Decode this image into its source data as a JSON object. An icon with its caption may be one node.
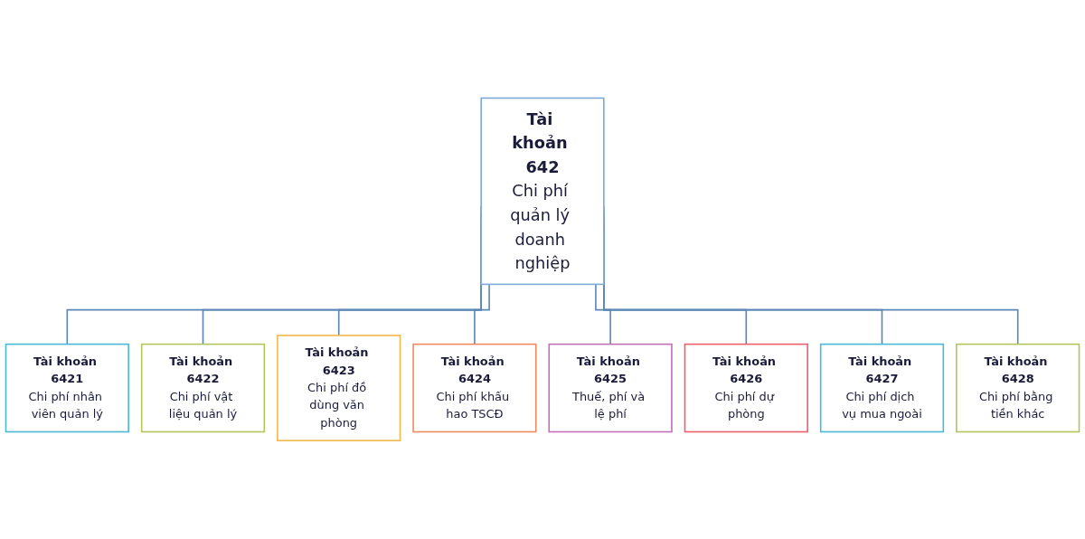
{
  "diagram": {
    "nodes": [
      {
        "text": [
          "Tài khoản 642",
          "Chi phí quản lý doanh nghiệp"
        ]
      },
      {
        "text": [
          "Tài khoản 6421",
          "Chi phí nhân viên quản lý"
        ]
      },
      {
        "text": [
          "Tài khoản 6422",
          "Chi phí vật liệu quản lý"
        ]
      },
      {
        "text": [
          "Tài khoản 6423",
          "Chi phí đồ dùng văn phòng"
        ]
      },
      {
        "text": [
          "Tài khoản 6424",
          "Chi phí khấu hao TSCĐ"
        ]
      },
      {
        "text": [
          "Tài khoản 6425",
          "Thuế, phí và lệ phí"
        ]
      },
      {
        "text": [
          "Tài khoản 6426",
          "Chi phí dự phòng"
        ]
      },
      {
        "text": [
          "Tài khoản 6427",
          "Chi phí dịch vụ mua ngoài"
        ]
      },
      {
        "text": [
          "Tài khoản 6428",
          "Chi phí bằng tiền khác"
        ]
      }
    ],
    "edges": [
      {
        "from": 0,
        "to": 1,
        "arrow": "none"
      },
      {
        "from": 0,
        "to": 2,
        "arrow": "none"
      },
      {
        "from": 0,
        "to": 3,
        "arrow": "none"
      },
      {
        "from": 0,
        "to": 4,
        "arrow": "none"
      },
      {
        "from": 0,
        "to": 5,
        "arrow": "none"
      },
      {
        "from": 0,
        "to": 6,
        "arrow": "none"
      },
      {
        "from": 0,
        "to": 7,
        "arrow": "none"
      },
      {
        "from": 0,
        "to": 8,
        "arrow": "none"
      }
    ]
  }
}
